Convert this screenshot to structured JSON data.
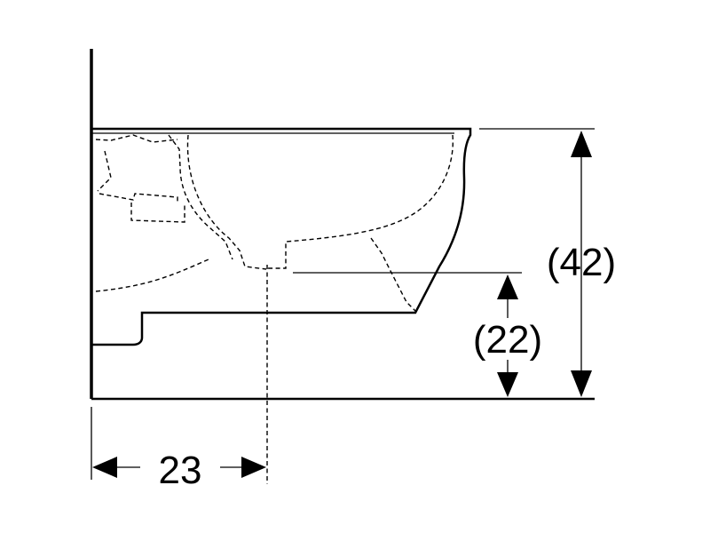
{
  "dimensions": {
    "overall_height": "(42)",
    "drain_height": "(22)",
    "drain_offset": "23"
  }
}
